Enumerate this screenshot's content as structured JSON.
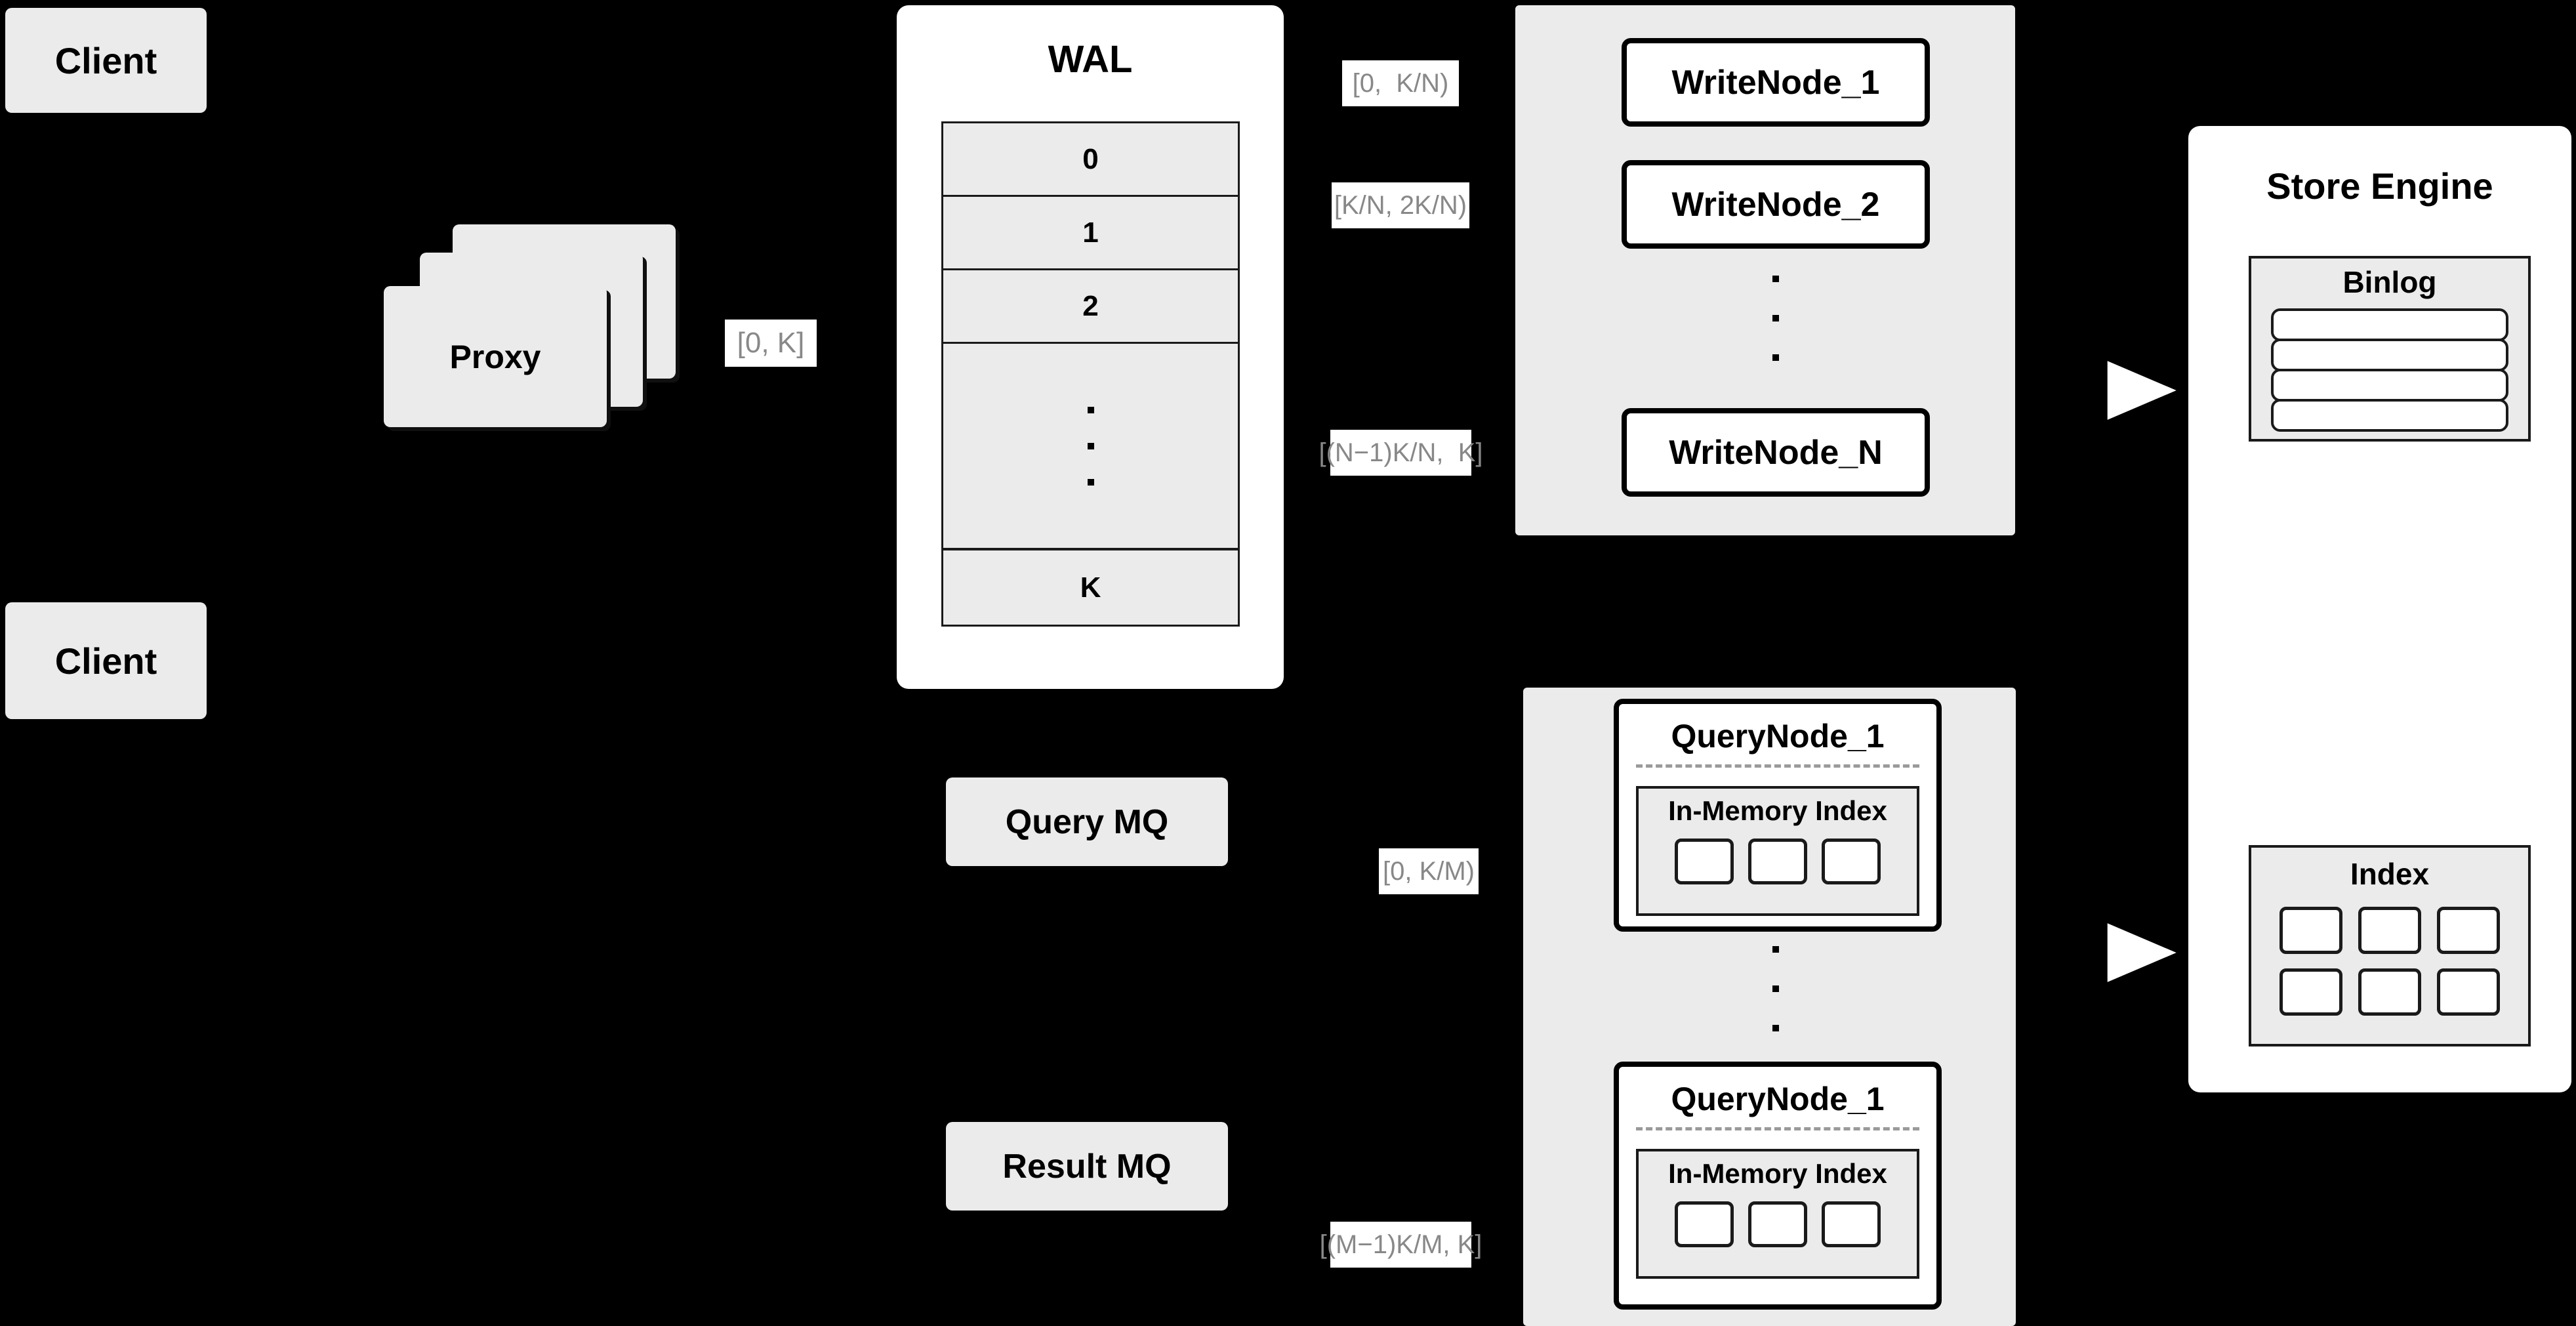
{
  "diagram": {
    "title": "Distributed Write/Query Architecture",
    "background": "#000000",
    "node_fill": "#ebebeb",
    "panel_fill": "#ffffff",
    "stroke": "#000000",
    "label_text_color": "#888888"
  },
  "clients": [
    {
      "label": "Client"
    },
    {
      "label": "Client"
    }
  ],
  "proxy": {
    "label": "Proxy",
    "stack_count": 3
  },
  "wal": {
    "title": "WAL",
    "rows": [
      "0",
      "1",
      "2",
      "",
      "K"
    ],
    "ellipsis_row_index": 3,
    "ellipsis_dots": 3
  },
  "edge_labels": {
    "proxy_to_wal": "[0, K]",
    "write_node_1": "[0,  K/N)",
    "write_node_2": "[K/N, 2K/N)",
    "write_node_n": "[(N−1)K/N,  K]",
    "query_node_1": "[0, K/M)",
    "query_node_m": "[(M−1)K/M, K]"
  },
  "write_cluster": {
    "nodes": [
      {
        "label": "WriteNode_1"
      },
      {
        "label": "WriteNode_2"
      },
      {
        "label": "WriteNode_N"
      }
    ],
    "ellipsis_dots": 3
  },
  "message_queues": [
    {
      "label": "Query MQ"
    },
    {
      "label": "Result MQ"
    }
  ],
  "query_cluster": {
    "nodes": [
      {
        "label": "QueryNode_1",
        "index_label": "In-Memory Index",
        "segments": 3
      },
      {
        "label": "QueryNode_1",
        "index_label": "In-Memory Index",
        "segments": 3
      }
    ],
    "ellipsis_dots": 3
  },
  "store_engine": {
    "title": "Store Engine",
    "binlog": {
      "title": "Binlog",
      "rows": 4
    },
    "index": {
      "title": "Index",
      "rows": 2,
      "cols": 3
    }
  }
}
